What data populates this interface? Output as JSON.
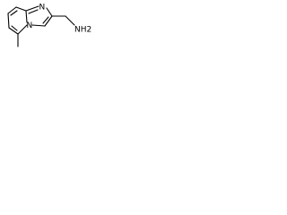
{
  "structure": {
    "atoms": [
      {
        "id": "n1",
        "label": "N"
      },
      {
        "id": "n2",
        "label": "N"
      },
      {
        "id": "nh2",
        "label": "NH2"
      }
    ],
    "colors": {
      "bond": "#000000",
      "label": "#000000",
      "background": "#ffffff"
    }
  }
}
